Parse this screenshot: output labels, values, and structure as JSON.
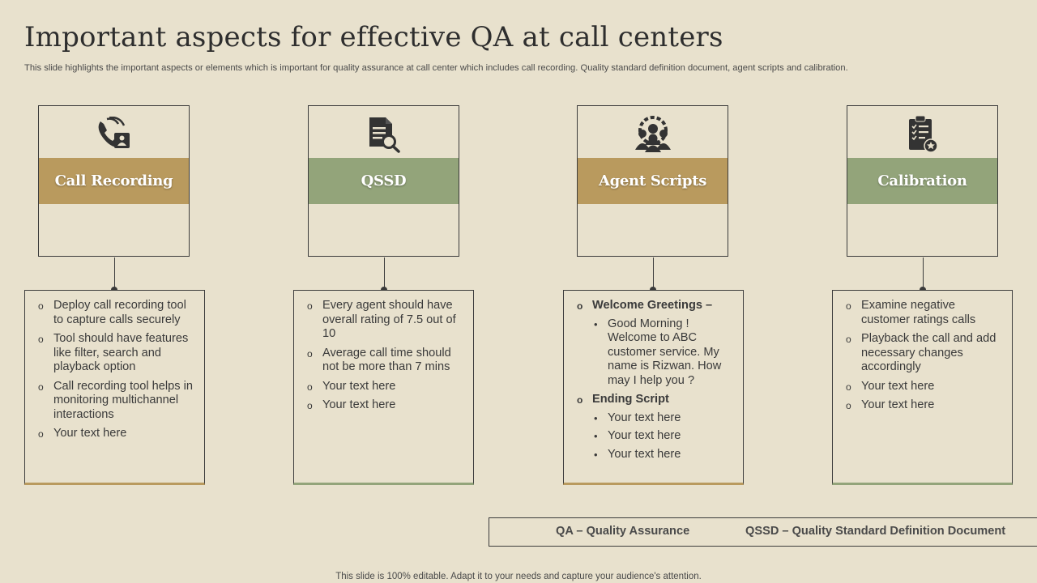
{
  "title": "Important aspects for effective QA at call centers",
  "subtitle": "This slide highlights the important aspects or elements which is important for quality assurance at call center which includes call recording. Quality standard definition document, agent scripts and calibration.",
  "colors": {
    "background": "#e8e1cd",
    "gold": "#b99a5e",
    "green": "#93a47a",
    "text": "#3a3a3a"
  },
  "cards": [
    {
      "label": "Call Recording",
      "icon": "phone-user-icon",
      "accent": "gold"
    },
    {
      "label": "QSSD",
      "icon": "document-search-icon",
      "accent": "green"
    },
    {
      "label": "Agent Scripts",
      "icon": "team-gear-icon",
      "accent": "gold"
    },
    {
      "label": "Calibration",
      "icon": "checklist-star-icon",
      "accent": "green"
    }
  ],
  "details": {
    "call_recording": [
      "Deploy call recording tool to capture calls securely",
      "Tool should have features like filter, search and playback option",
      "Call recording tool helps in monitoring multichannel interactions",
      "Your text here"
    ],
    "qssd": [
      "Every agent should have overall rating of 7.5 out of 10",
      "Average call time should not be more than 7 mins",
      "Your text here",
      "Your text here"
    ],
    "agent_scripts": {
      "welcome_heading": "Welcome Greetings –",
      "welcome_items": [
        "Good Morning ! Welcome to ABC customer service. My name is Rizwan. How may I help you ?"
      ],
      "ending_heading": "Ending Script",
      "ending_items": [
        "Your text here",
        "Your text here",
        "Your text here"
      ]
    },
    "calibration": [
      "Examine negative customer ratings calls",
      "Playback the call and add necessary changes accordingly",
      "Your text here",
      "Your text here"
    ]
  },
  "legend": {
    "qa": "QA – Quality Assurance",
    "qssd": "QSSD – Quality Standard Definition Document"
  },
  "footer": "This slide is 100% editable. Adapt it to your needs and capture your audience's attention."
}
